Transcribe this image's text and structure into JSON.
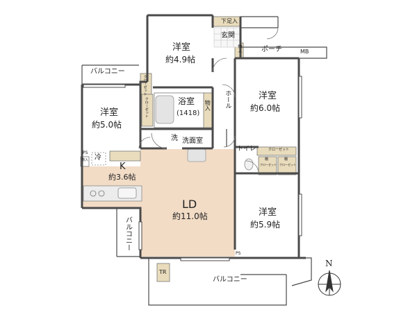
{
  "rooms": {
    "western1": {
      "name": "洋室",
      "size": "約4.9帖"
    },
    "western2": {
      "name": "洋室",
      "size": "約5.0帖"
    },
    "western3": {
      "name": "洋室",
      "size": "約6.0帖"
    },
    "western4": {
      "name": "洋室",
      "size": "約5.9帖"
    },
    "ld": {
      "name": "LD",
      "size": "約11.0帖"
    },
    "kitchen": {
      "name": "K",
      "size": "約3.6帖"
    },
    "bath": {
      "name": "浴室",
      "size": "(1418)"
    }
  },
  "labels": {
    "genkan": "玄関",
    "geta": "下足入",
    "porch": "ポーチ",
    "mb": "MB",
    "monoire_top": "物入",
    "monoire_bath": "物入",
    "hall": "ホール",
    "senmen": "洗面室",
    "sen": "洗",
    "toilet": "トイレ",
    "rei": "冷",
    "ps_left": "PS",
    "ps_bottom": "PS",
    "monoire_k": "物入",
    "tr": "TR",
    "closet_w1": "クローゼット",
    "closet_w2": "クローゼット",
    "closet_w3": "クローゼット",
    "closet_w3a": "クローゼット",
    "closet_w3b": "クローゼット",
    "tana1": "棚",
    "tana2": "棚",
    "balcony_top": "バルコニー",
    "balcony_left": "バルコニー",
    "balcony_bottom": "バルコニー",
    "north": "N"
  },
  "colors": {
    "wall": "#4a4a4a",
    "floor_wood": "#f2dcc6",
    "floor_room": "#ffffff",
    "fixture": "#e2e2e2",
    "storage": "#e9dcbc"
  }
}
